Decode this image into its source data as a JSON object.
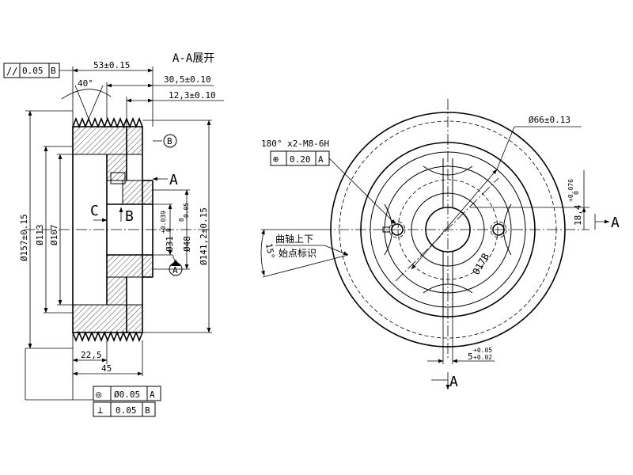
{
  "section_title": "A-A展开",
  "left_view": {
    "parallelism_frame": {
      "symbol": "//",
      "tolerance": "0.05",
      "datum": "B"
    },
    "dim_width_total": "53±0.15",
    "dim_groove_span": "30,5±0.10",
    "dim_hub_offset": "12,3±0.10",
    "groove_angle": "40°",
    "datum_b_top": "B",
    "section_mark": "A",
    "label_c": "C",
    "label_b": "B",
    "dia_157": "Ø157±0.15",
    "dia_113": "Ø113",
    "dia_107": "Ø107",
    "dia_31": "Ø31",
    "dia_31_tol_upper": "+0.039",
    "dia_31_tol_lower": "0",
    "dia_48": "Ø48",
    "dia_48_tol_upper": "0",
    "dia_48_tol_lower": "-0.05",
    "dia_141": "Ø141,2±0.15",
    "datum_a_circle": "A",
    "dim_22_5": "22,5",
    "dim_45": "45",
    "concentricity_frame": {
      "symbol": "◎",
      "tolerance": "Ø0.05",
      "datum": "A"
    },
    "perpendicularity_frame": {
      "symbol": "⊥",
      "tolerance": "0.05",
      "datum": "B"
    }
  },
  "right_view": {
    "dia_66": "Ø66±0.13",
    "holes_note": "180° x2-M8-6H",
    "position_frame": {
      "symbol": "⊕",
      "tolerance": "0.20",
      "datum": "A"
    },
    "crank_label_1": "曲轴上下",
    "crank_label_2": "始点标识",
    "angle_15": "15°",
    "stamp_text": "017B",
    "dim_18_4": "18,4",
    "dim_18_4_tol_upper": "+0.076",
    "dim_18_4_tol_lower": "0",
    "section_mark_right": "A",
    "section_mark_bottom": "A",
    "dim_5": "5",
    "dim_5_tol_upper": "+0.05",
    "dim_5_tol_lower": "+0.02"
  }
}
